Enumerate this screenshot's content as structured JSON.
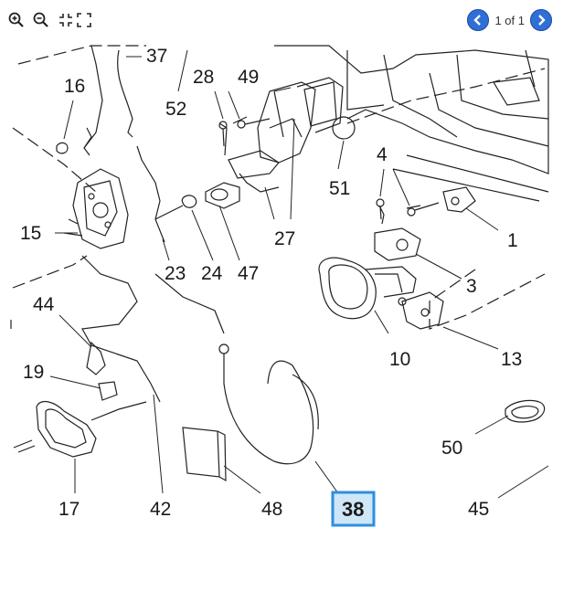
{
  "toolbar": {
    "zoom_in_icon": "zoom-in-icon",
    "zoom_out_icon": "zoom-out-icon",
    "fit_icon": "fit-icon",
    "fullscreen_icon": "fullscreen-icon"
  },
  "pager": {
    "text": "1 of 1",
    "prev_icon": "arrow-left-icon",
    "next_icon": "arrow-right-icon",
    "accent": "#2f6fd6"
  },
  "diagram": {
    "labels": [
      "37",
      "28",
      "49",
      "16",
      "52",
      "51",
      "4",
      "15",
      "27",
      "1",
      "23",
      "24",
      "47",
      "3",
      "44",
      "10",
      "13",
      "19",
      "50",
      "17",
      "42",
      "48",
      "38",
      "45"
    ],
    "highlighted": "38",
    "highlight_color": "#2d8fe0"
  }
}
